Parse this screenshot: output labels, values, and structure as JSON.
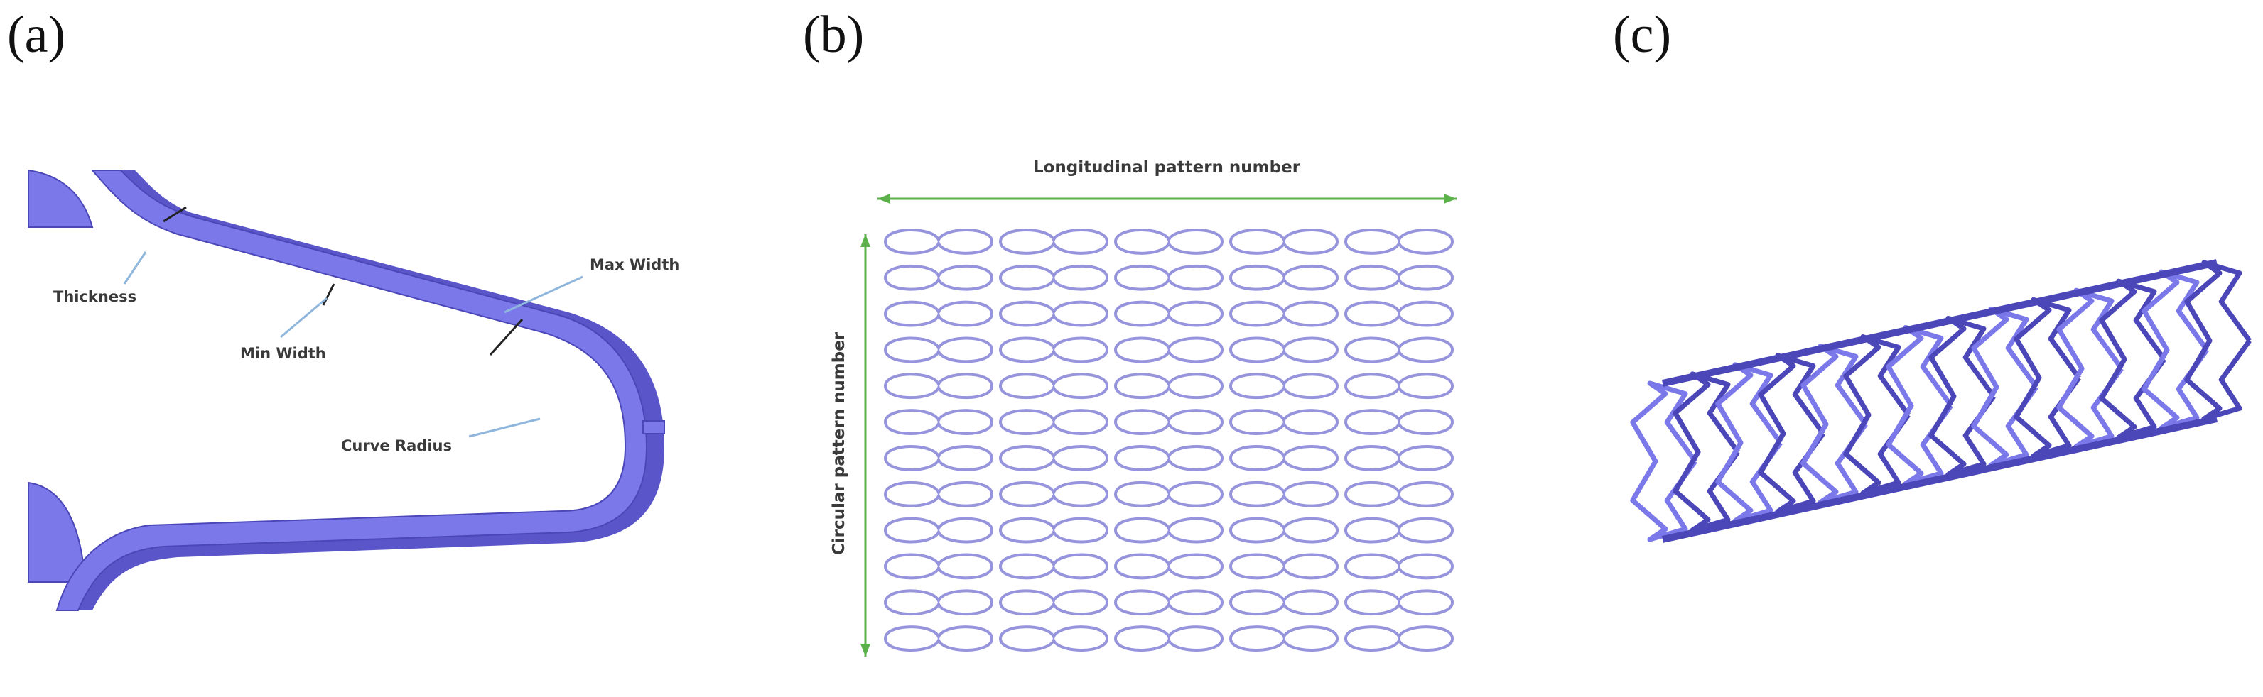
{
  "panels": {
    "a": {
      "label": "(a)",
      "annotations": {
        "thickness": "Thickness",
        "min_width": "Min Width",
        "max_width": "Max Width",
        "curve_radius": "Curve Radius"
      }
    },
    "b": {
      "label": "(b)",
      "longitudinal": "Longitudinal pattern number",
      "circular": "Circular pattern number",
      "rows": 12,
      "columns": 5
    },
    "c": {
      "label": "(c)"
    }
  },
  "colors": {
    "strut": "#7b78ea",
    "strut_dark": "#4b47b8",
    "pattern": "#9694dc",
    "arrow": "#5bb14a",
    "leader": "#8fb6dc"
  }
}
